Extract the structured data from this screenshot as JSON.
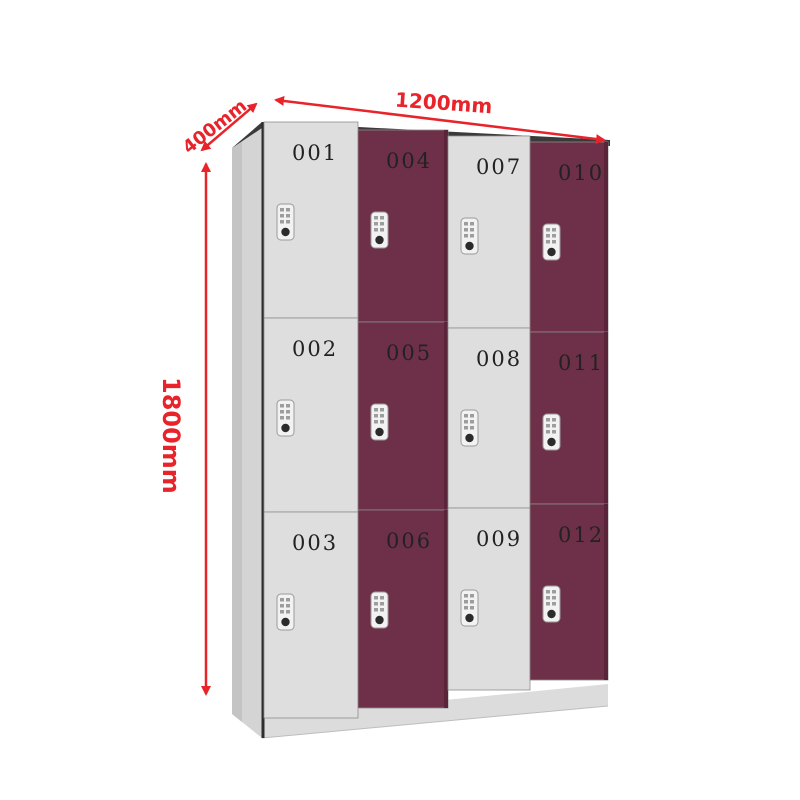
{
  "dimensions": {
    "width_label": "1200mm",
    "depth_label": "400mm",
    "height_label": "1800mm",
    "color": "#e8232a"
  },
  "colors": {
    "light_door": "#dedede",
    "dark_door": "#6e3048",
    "side_panel": "#d6d6d6",
    "edge": "#3a3a3a",
    "keypad_body": "#f2f2f2"
  },
  "lockers": [
    {
      "column": 1,
      "row": 1,
      "number": "001",
      "color": "light"
    },
    {
      "column": 1,
      "row": 2,
      "number": "002",
      "color": "light"
    },
    {
      "column": 1,
      "row": 3,
      "number": "003",
      "color": "light"
    },
    {
      "column": 2,
      "row": 1,
      "number": "004",
      "color": "dark"
    },
    {
      "column": 2,
      "row": 2,
      "number": "005",
      "color": "dark"
    },
    {
      "column": 2,
      "row": 3,
      "number": "006",
      "color": "dark"
    },
    {
      "column": 3,
      "row": 1,
      "number": "007",
      "color": "light"
    },
    {
      "column": 3,
      "row": 2,
      "number": "008",
      "color": "light"
    },
    {
      "column": 3,
      "row": 3,
      "number": "009",
      "color": "light"
    },
    {
      "column": 4,
      "row": 1,
      "number": "010",
      "color": "dark"
    },
    {
      "column": 4,
      "row": 2,
      "number": "011",
      "color": "dark"
    },
    {
      "column": 4,
      "row": 3,
      "number": "012",
      "color": "dark"
    }
  ]
}
